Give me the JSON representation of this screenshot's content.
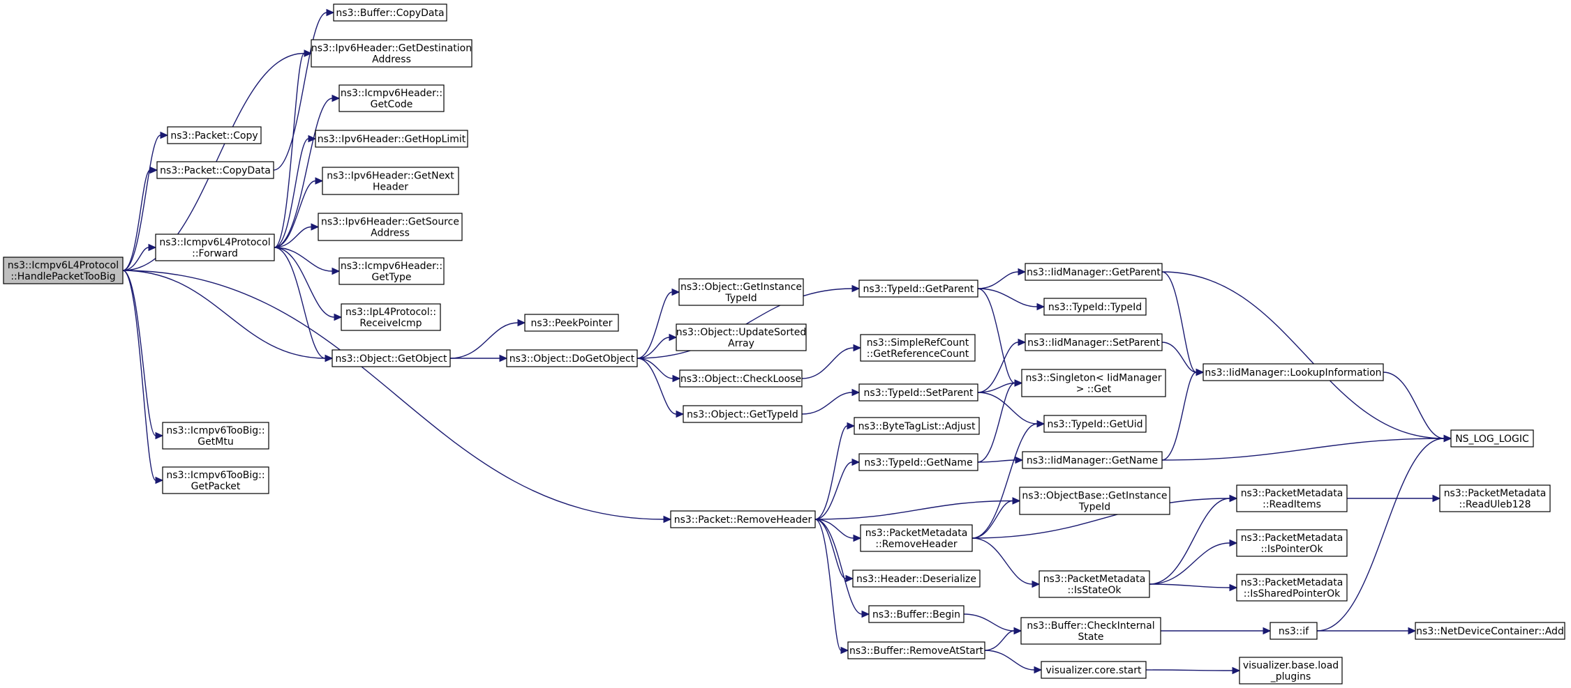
{
  "nodes": [
    {
      "id": "root",
      "lines": [
        "ns3::Icmpv6L4Protocol",
        "::HandlePacketTooBig"
      ],
      "style": "root"
    },
    {
      "id": "buf_copydata",
      "lines": [
        "ns3::Buffer::CopyData"
      ],
      "style": "normal"
    },
    {
      "id": "ipv6_getdest",
      "lines": [
        "ns3::Ipv6Header::GetDestination",
        "Address"
      ],
      "style": "normal"
    },
    {
      "id": "icmpv6_getcode",
      "lines": [
        "ns3::Icmpv6Header::",
        "GetCode"
      ],
      "style": "normal"
    },
    {
      "id": "pkt_copy",
      "lines": [
        "ns3::Packet::Copy"
      ],
      "style": "normal"
    },
    {
      "id": "pkt_copydata",
      "lines": [
        "ns3::Packet::CopyData"
      ],
      "style": "normal"
    },
    {
      "id": "ipv6_gethop",
      "lines": [
        "ns3::Ipv6Header::GetHopLimit"
      ],
      "style": "normal"
    },
    {
      "id": "ipv6_getnext",
      "lines": [
        "ns3::Ipv6Header::GetNext",
        "Header"
      ],
      "style": "normal"
    },
    {
      "id": "forward",
      "lines": [
        "ns3::Icmpv6L4Protocol",
        "::Forward"
      ],
      "style": "normal"
    },
    {
      "id": "ipv6_getsrc",
      "lines": [
        "ns3::Ipv6Header::GetSource",
        "Address"
      ],
      "style": "normal"
    },
    {
      "id": "icmpv6_gettype",
      "lines": [
        "ns3::Icmpv6Header::",
        "GetType"
      ],
      "style": "normal"
    },
    {
      "id": "ipl4_receive",
      "lines": [
        "ns3::IpL4Protocol::",
        "ReceiveIcmp"
      ],
      "style": "normal"
    },
    {
      "id": "peekpointer",
      "lines": [
        "ns3::PeekPointer"
      ],
      "style": "normal"
    },
    {
      "id": "obj_getobject",
      "lines": [
        "ns3::Object::GetObject"
      ],
      "style": "normal"
    },
    {
      "id": "obj_dogetobject",
      "lines": [
        "ns3::Object::DoGetObject"
      ],
      "style": "normal"
    },
    {
      "id": "obj_getinst",
      "lines": [
        "ns3::Object::GetInstance",
        "TypeId"
      ],
      "style": "normal"
    },
    {
      "id": "obj_updatesorted",
      "lines": [
        "ns3::Object::UpdateSorted",
        "Array"
      ],
      "style": "normal"
    },
    {
      "id": "obj_checkloose",
      "lines": [
        "ns3::Object::CheckLoose"
      ],
      "style": "normal"
    },
    {
      "id": "obj_gettypeid",
      "lines": [
        "ns3::Object::GetTypeId"
      ],
      "style": "normal"
    },
    {
      "id": "tid_getparent",
      "lines": [
        "ns3::TypeId::GetParent"
      ],
      "style": "normal"
    },
    {
      "id": "srefcount",
      "lines": [
        "ns3::SimpleRefCount",
        "::GetReferenceCount"
      ],
      "style": "normal"
    },
    {
      "id": "tid_setparent",
      "lines": [
        "ns3::TypeId::SetParent"
      ],
      "style": "normal"
    },
    {
      "id": "btl_adjust",
      "lines": [
        "ns3::ByteTagList::Adjust"
      ],
      "style": "normal"
    },
    {
      "id": "tid_getname",
      "lines": [
        "ns3::TypeId::GetName"
      ],
      "style": "normal"
    },
    {
      "id": "iidm_getparent",
      "lines": [
        "ns3::IidManager::GetParent"
      ],
      "style": "normal"
    },
    {
      "id": "tid_typeid",
      "lines": [
        "ns3::TypeId::TypeId"
      ],
      "style": "normal"
    },
    {
      "id": "iidm_setparent",
      "lines": [
        "ns3::IidManager::SetParent"
      ],
      "style": "normal"
    },
    {
      "id": "singleton_get",
      "lines": [
        "ns3::Singleton< IidManager",
        "> ::Get"
      ],
      "style": "normal"
    },
    {
      "id": "tid_getuid",
      "lines": [
        "ns3::TypeId::GetUid"
      ],
      "style": "normal"
    },
    {
      "id": "iidm_getname",
      "lines": [
        "ns3::IidManager::GetName"
      ],
      "style": "normal"
    },
    {
      "id": "iidm_lookup",
      "lines": [
        "ns3::IidManager::LookupInformation"
      ],
      "style": "normal"
    },
    {
      "id": "ns_log_logic",
      "lines": [
        "NS_LOG_LOGIC"
      ],
      "style": "normal"
    },
    {
      "id": "icmp_getmtu",
      "lines": [
        "ns3::Icmpv6TooBig::",
        "GetMtu"
      ],
      "style": "normal"
    },
    {
      "id": "icmp_getpacket",
      "lines": [
        "ns3::Icmpv6TooBig::",
        "GetPacket"
      ],
      "style": "normal"
    },
    {
      "id": "pkt_removeheader",
      "lines": [
        "ns3::Packet::RemoveHeader"
      ],
      "style": "normal"
    },
    {
      "id": "objbase_getinst",
      "lines": [
        "ns3::ObjectBase::GetInstance",
        "TypeId"
      ],
      "style": "normal"
    },
    {
      "id": "pm_removeheader",
      "lines": [
        "ns3::PacketMetadata",
        "::RemoveHeader"
      ],
      "style": "normal"
    },
    {
      "id": "header_deser",
      "lines": [
        "ns3::Header::Deserialize"
      ],
      "style": "normal"
    },
    {
      "id": "buf_begin",
      "lines": [
        "ns3::Buffer::Begin"
      ],
      "style": "normal"
    },
    {
      "id": "buf_removeatstart",
      "lines": [
        "ns3::Buffer::RemoveAtStart"
      ],
      "style": "normal"
    },
    {
      "id": "pm_readitems",
      "lines": [
        "ns3::PacketMetadata",
        "::ReadItems"
      ],
      "style": "normal"
    },
    {
      "id": "pm_ispointerok",
      "lines": [
        "ns3::PacketMetadata",
        "::IsPointerOk"
      ],
      "style": "normal"
    },
    {
      "id": "pm_isstateok",
      "lines": [
        "ns3::PacketMetadata",
        "::IsStateOk"
      ],
      "style": "normal"
    },
    {
      "id": "pm_issharedok",
      "lines": [
        "ns3::PacketMetadata",
        "::IsSharedPointerOk"
      ],
      "style": "normal"
    },
    {
      "id": "pm_readuleb",
      "lines": [
        "ns3::PacketMetadata",
        "::ReadUleb128"
      ],
      "style": "normal"
    },
    {
      "id": "buf_checkinternal",
      "lines": [
        "ns3::Buffer::CheckInternal",
        "State"
      ],
      "style": "normal"
    },
    {
      "id": "ns3_if",
      "lines": [
        "ns3::if"
      ],
      "style": "red"
    },
    {
      "id": "ndc_add",
      "lines": [
        "ns3::NetDeviceContainer::Add"
      ],
      "style": "red"
    },
    {
      "id": "vis_start",
      "lines": [
        "visualizer.core.start"
      ],
      "style": "normal"
    },
    {
      "id": "vis_load",
      "lines": [
        "visualizer.base.load",
        "_plugins"
      ],
      "style": "red"
    }
  ],
  "edges": [
    [
      "root",
      "pkt_copy"
    ],
    [
      "root",
      "pkt_copydata"
    ],
    [
      "root",
      "ipv6_getdest"
    ],
    [
      "root",
      "forward"
    ],
    [
      "root",
      "obj_getobject"
    ],
    [
      "root",
      "icmp_getmtu"
    ],
    [
      "root",
      "icmp_getpacket"
    ],
    [
      "root",
      "pkt_removeheader"
    ],
    [
      "pkt_copydata",
      "buf_copydata"
    ],
    [
      "forward",
      "ipv6_getdest"
    ],
    [
      "forward",
      "icmpv6_getcode"
    ],
    [
      "forward",
      "ipv6_gethop"
    ],
    [
      "forward",
      "ipv6_getnext"
    ],
    [
      "forward",
      "ipv6_getsrc"
    ],
    [
      "forward",
      "icmpv6_gettype"
    ],
    [
      "forward",
      "ipl4_receive"
    ],
    [
      "forward",
      "obj_getobject"
    ],
    [
      "obj_getobject",
      "peekpointer"
    ],
    [
      "obj_getobject",
      "obj_dogetobject"
    ],
    [
      "obj_dogetobject",
      "obj_getinst"
    ],
    [
      "obj_dogetobject",
      "obj_updatesorted"
    ],
    [
      "obj_dogetobject",
      "obj_checkloose"
    ],
    [
      "obj_dogetobject",
      "obj_gettypeid"
    ],
    [
      "obj_dogetobject",
      "tid_getparent"
    ],
    [
      "obj_checkloose",
      "srefcount"
    ],
    [
      "obj_gettypeid",
      "tid_setparent"
    ],
    [
      "tid_getparent",
      "iidm_getparent"
    ],
    [
      "tid_getparent",
      "tid_typeid"
    ],
    [
      "tid_getparent",
      "singleton_get"
    ],
    [
      "tid_setparent",
      "iidm_setparent"
    ],
    [
      "tid_setparent",
      "singleton_get"
    ],
    [
      "tid_setparent",
      "tid_getuid"
    ],
    [
      "tid_getname",
      "singleton_get"
    ],
    [
      "tid_getname",
      "iidm_getname"
    ],
    [
      "iidm_getparent",
      "iidm_lookup"
    ],
    [
      "iidm_getparent",
      "ns_log_logic"
    ],
    [
      "iidm_setparent",
      "iidm_lookup"
    ],
    [
      "iidm_getname",
      "iidm_lookup"
    ],
    [
      "iidm_getname",
      "ns_log_logic"
    ],
    [
      "iidm_lookup",
      "ns_log_logic"
    ],
    [
      "pkt_removeheader",
      "btl_adjust"
    ],
    [
      "pkt_removeheader",
      "tid_getname"
    ],
    [
      "pkt_removeheader",
      "objbase_getinst"
    ],
    [
      "pkt_removeheader",
      "pm_removeheader"
    ],
    [
      "pkt_removeheader",
      "header_deser"
    ],
    [
      "pkt_removeheader",
      "buf_begin"
    ],
    [
      "pkt_removeheader",
      "buf_removeatstart"
    ],
    [
      "pm_removeheader",
      "tid_getuid"
    ],
    [
      "pm_removeheader",
      "objbase_getinst"
    ],
    [
      "pm_removeheader",
      "pm_readitems"
    ],
    [
      "pm_removeheader",
      "pm_isstateok"
    ],
    [
      "pm_isstateok",
      "pm_readitems"
    ],
    [
      "pm_isstateok",
      "pm_ispointerok"
    ],
    [
      "pm_isstateok",
      "pm_issharedok"
    ],
    [
      "pm_readitems",
      "pm_readuleb"
    ],
    [
      "buf_begin",
      "buf_checkinternal"
    ],
    [
      "buf_removeatstart",
      "buf_checkinternal"
    ],
    [
      "buf_removeatstart",
      "vis_start"
    ],
    [
      "buf_checkinternal",
      "ns3_if"
    ],
    [
      "ns3_if",
      "ns_log_logic"
    ],
    [
      "ns3_if",
      "ndc_add"
    ],
    [
      "vis_start",
      "vis_load"
    ]
  ],
  "colors": {
    "edge": "#191970",
    "root_fill": "#bfbfbf",
    "node_stroke": "#000000",
    "red_stroke": "#ff0000"
  }
}
